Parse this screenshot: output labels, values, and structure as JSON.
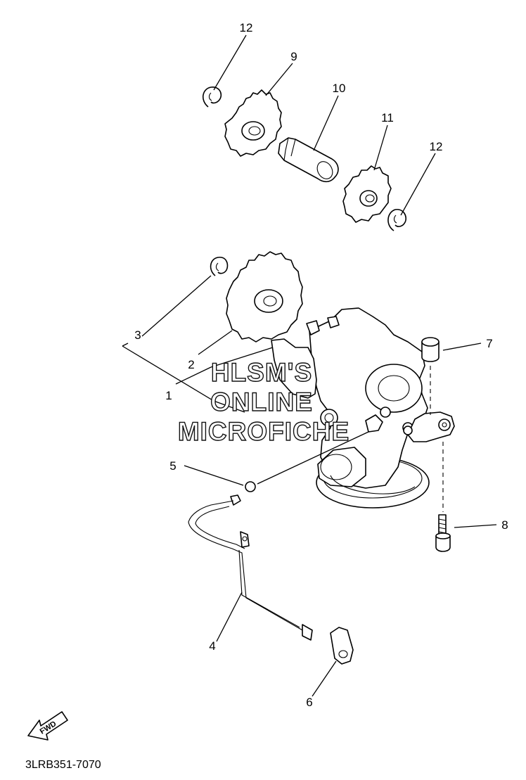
{
  "diagram": {
    "callouts": {
      "c1": "1",
      "c2": "2",
      "c3": "3",
      "c4": "4",
      "c5": "5",
      "c6": "6",
      "c7": "7",
      "c8": "8",
      "c9": "9",
      "c10": "10",
      "c11": "11",
      "c12a": "12",
      "c12b": "12"
    },
    "fwd_label": "FWD",
    "diagram_code": "3LRB351-7070"
  },
  "watermark": {
    "line1": "HLSM'S",
    "line2": "ONLINE",
    "line3": "MICROFICHE"
  },
  "icons": {
    "fwd_arrow": "fwd-arrow-icon"
  }
}
